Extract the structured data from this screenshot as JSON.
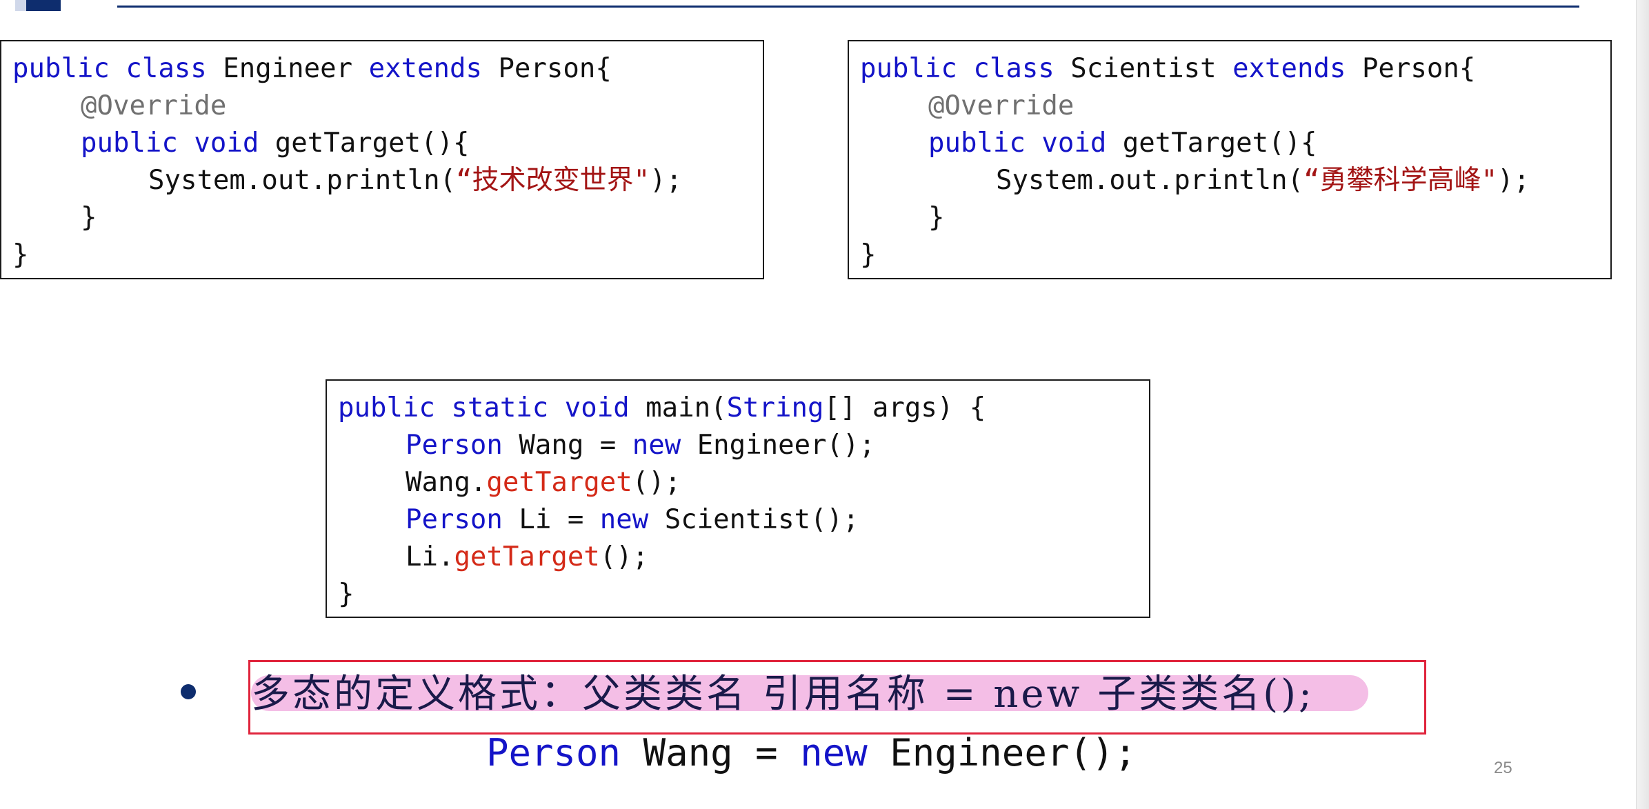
{
  "engineer_code": {
    "l1": {
      "kw1": "public",
      "kw2": "class",
      "name": "Engineer",
      "kw3": "extends",
      "parent": "Person{"
    },
    "l2": {
      "annotation": "@Override"
    },
    "l3": {
      "kw1": "public",
      "kw2": "void",
      "method": "getTarget(){"
    },
    "l4": {
      "pre": "System.out.println(",
      "str": "“技术改变世界\"",
      "post": ");"
    },
    "l5": "}",
    "l6": "}"
  },
  "scientist_code": {
    "l1": {
      "kw1": "public",
      "kw2": "class",
      "name": "Scientist",
      "kw3": "extends",
      "parent": "Person{"
    },
    "l2": {
      "annotation": "@Override"
    },
    "l3": {
      "kw1": "public",
      "kw2": "void",
      "method": "getTarget(){"
    },
    "l4": {
      "pre": "System.out.println(",
      "str": "“勇攀科学高峰\"",
      "post": ");"
    },
    "l5": "}",
    "l6": "}"
  },
  "main_code": {
    "l1": {
      "kw1": "public",
      "kw2": "static",
      "kw3": "void",
      "mid": "main(",
      "type": "String",
      "post": "[] args) {"
    },
    "l2": {
      "type": "Person",
      "mid": "Wang =",
      "kw": "new",
      "post": "Engineer();"
    },
    "l3": {
      "obj": "Wang.",
      "call": "getTarget",
      "post": "();"
    },
    "l4": {
      "type": "Person",
      "mid": "Li =",
      "kw": "new",
      "post": "Scientist();"
    },
    "l5": {
      "obj": "Li.",
      "call": "getTarget",
      "post": "();"
    },
    "l6": "}"
  },
  "definition": {
    "text": "多态的定义格式：父类类名 引用名称 = new 子类类名();"
  },
  "example": {
    "type": "Person",
    "mid": "Wang =",
    "kw": "new",
    "post": "Engineer();"
  },
  "page_number": "25",
  "colors": {
    "keyword": "#1414c8",
    "annotation": "#707070",
    "string": "#a31515",
    "method_call": "#d42a18",
    "highlight": "#f3b7e3",
    "box_border": "#e0243c",
    "header": "#0e2d6e"
  }
}
